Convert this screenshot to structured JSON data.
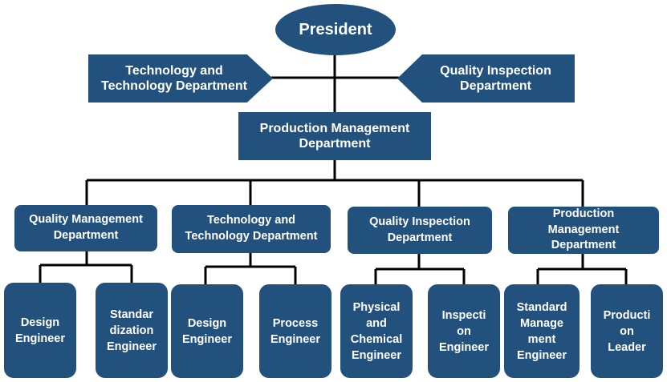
{
  "root": {
    "label": "President"
  },
  "advisors": {
    "left": {
      "label": "Technology and\nTechnology Department"
    },
    "right": {
      "label": "Quality Inspection\nDepartment"
    }
  },
  "main": {
    "label": "Production Management\nDepartment"
  },
  "departments": [
    {
      "label": "Quality Management\nDepartment",
      "children": [
        {
          "label": "Design\nEngineer"
        },
        {
          "label": "Standar\ndization\nEngineer"
        }
      ]
    },
    {
      "label": "Technology and\nTechnology Department",
      "children": [
        {
          "label": "Design\nEngineer"
        },
        {
          "label": "Process\nEngineer"
        }
      ]
    },
    {
      "label": "Quality Inspection\nDepartment",
      "children": [
        {
          "label": "Physical\nand\nChemical\nEngineer"
        },
        {
          "label": "Inspecti\non\nEngineer"
        }
      ]
    },
    {
      "label": "Production\nManagement\nDepartment",
      "children": [
        {
          "label": "Standard\nManage\nment\nEngineer"
        },
        {
          "label": "Producti\non\nLeader"
        }
      ]
    }
  ],
  "colors": {
    "node_fill": "#23517e",
    "node_text": "#ffffff",
    "connector": "#000000"
  }
}
